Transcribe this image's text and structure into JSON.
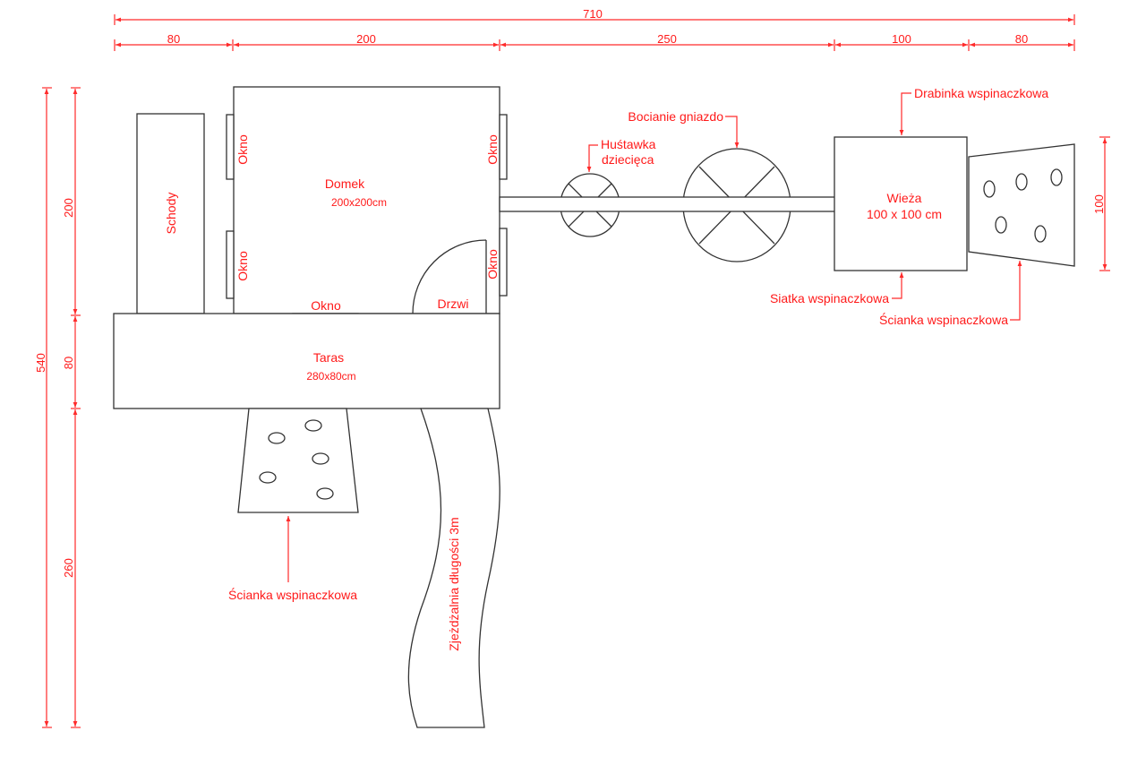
{
  "dimensions": {
    "total_width": "710",
    "widths": [
      "80",
      "200",
      "250",
      "100",
      "80"
    ],
    "total_height": "540",
    "heights": [
      "200",
      "80",
      "260"
    ],
    "tower_wall_height": "100"
  },
  "labels": {
    "schody": "Schody",
    "domek": "Domek",
    "domek_size": "200x200cm",
    "okno": "Okno",
    "drzwi": "Drzwi",
    "taras": "Taras",
    "taras_size": "280x80cm",
    "hustawka_1": "Huśtawka",
    "hustawka_2": "dziecięca",
    "bocianie": "Bocianie gniazdo",
    "drabinka": "Drabinka wspinaczkowa",
    "wieza": "Wieża",
    "wieza_size": "100 x 100 cm",
    "siatka": "Siatka wspinaczkowa",
    "scianka_right": "Ścianka wspinaczkowa",
    "scianka_bottom": "Ścianka wspinaczkowa",
    "zjezdzalnia": "Zjeżdżalnia długości 3m"
  },
  "colors": {
    "annotation": "#ff1a1a",
    "outline": "#333333"
  }
}
